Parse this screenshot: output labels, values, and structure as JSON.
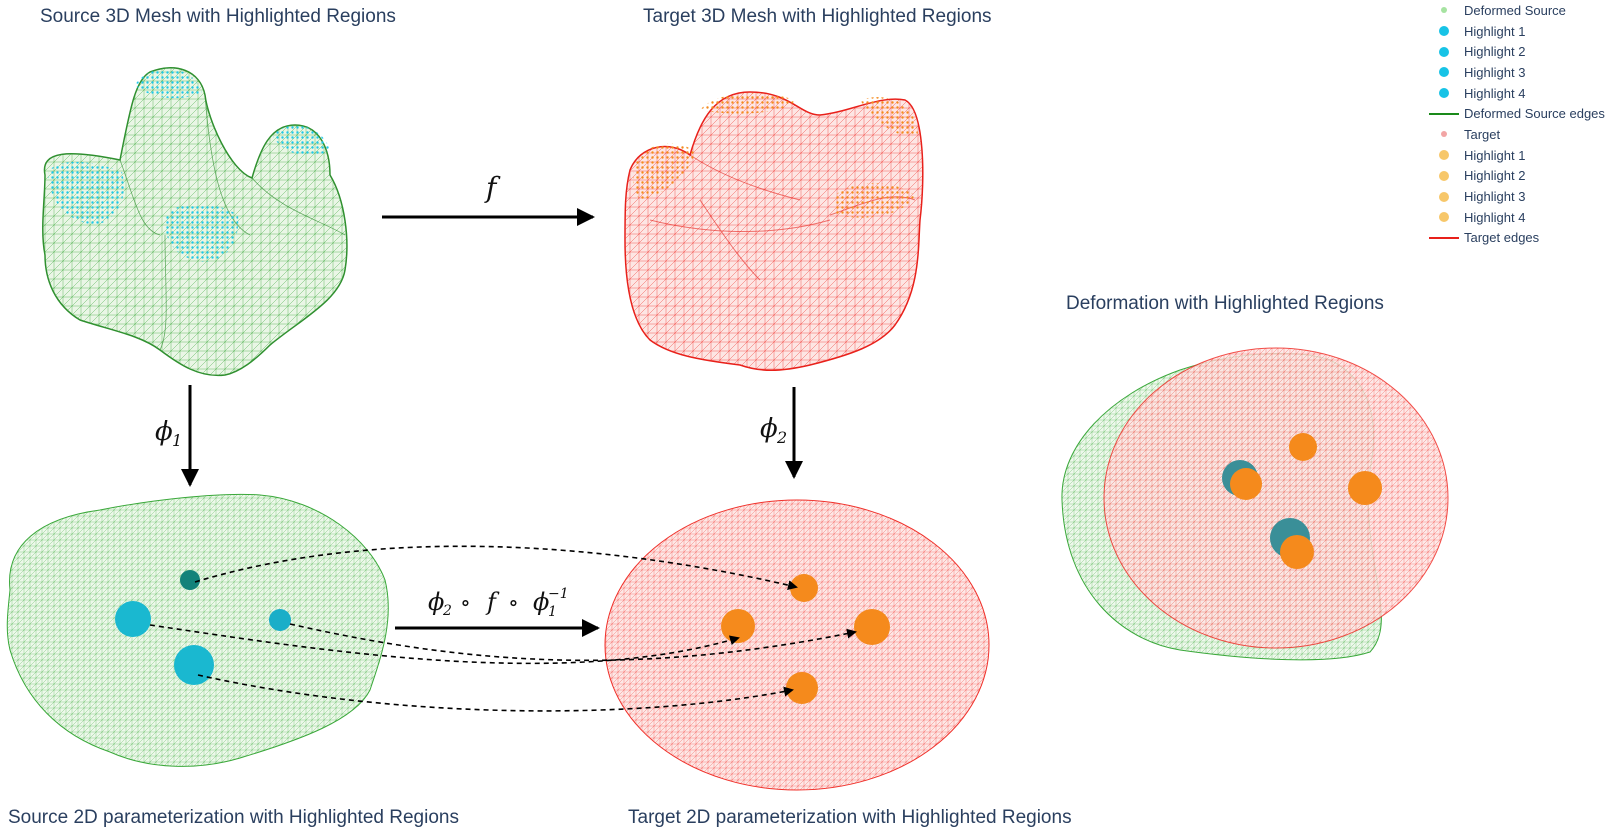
{
  "titles": {
    "source_3d": "Source 3D Mesh with Highlighted Regions",
    "target_3d": "Target 3D Mesh with Highlighted Regions",
    "deformation": "Deformation with Highlighted Regions",
    "source_2d": "Source 2D parameterization with Highlighted Regions",
    "target_2d": "Target 2D parameterization with Highlighted Regions"
  },
  "arrows": {
    "f": "f",
    "phi1_base": "ϕ",
    "phi1_sub": "1",
    "phi2_base": "ϕ",
    "phi2_sub": "2",
    "composite_phi2": "ϕ",
    "composite_phi2_sub": "2",
    "composite_circ": "∘",
    "composite_f": "f",
    "composite_phi1": "ϕ",
    "composite_phi1_sub": "1",
    "composite_phi1_sup": "−1"
  },
  "legend": [
    {
      "label": "Deformed Source",
      "kind": "small-dot",
      "color": "#a6e3a1"
    },
    {
      "label": "Highlight 1",
      "kind": "dot",
      "color": "#17c3e6"
    },
    {
      "label": "Highlight 2",
      "kind": "dot",
      "color": "#17c3e6"
    },
    {
      "label": "Highlight 3",
      "kind": "dot",
      "color": "#17c3e6"
    },
    {
      "label": "Highlight 4",
      "kind": "dot",
      "color": "#17c3e6"
    },
    {
      "label": "Deformed Source edges",
      "kind": "line",
      "color": "#1a8a1a"
    },
    {
      "label": "Target",
      "kind": "small-dot",
      "color": "#f2a5a5"
    },
    {
      "label": "Highlight 1",
      "kind": "dot",
      "color": "#f7c76a"
    },
    {
      "label": "Highlight 2",
      "kind": "dot",
      "color": "#f7c76a"
    },
    {
      "label": "Highlight 3",
      "kind": "dot",
      "color": "#f7c76a"
    },
    {
      "label": "Highlight 4",
      "kind": "dot",
      "color": "#f7c76a"
    },
    {
      "label": "Target edges",
      "kind": "line",
      "color": "#e8201a"
    }
  ],
  "colors": {
    "source_mesh": "#3aa83a",
    "source_fill": "#e6f5e2",
    "source_highlight": "#1ec8e8",
    "source_highlight_2d": "#1aaec8",
    "target_mesh": "#f0302a",
    "target_fill": "#fde4e2",
    "target_highlight": "#f58a1c",
    "title_text": "#2a3f5f"
  }
}
